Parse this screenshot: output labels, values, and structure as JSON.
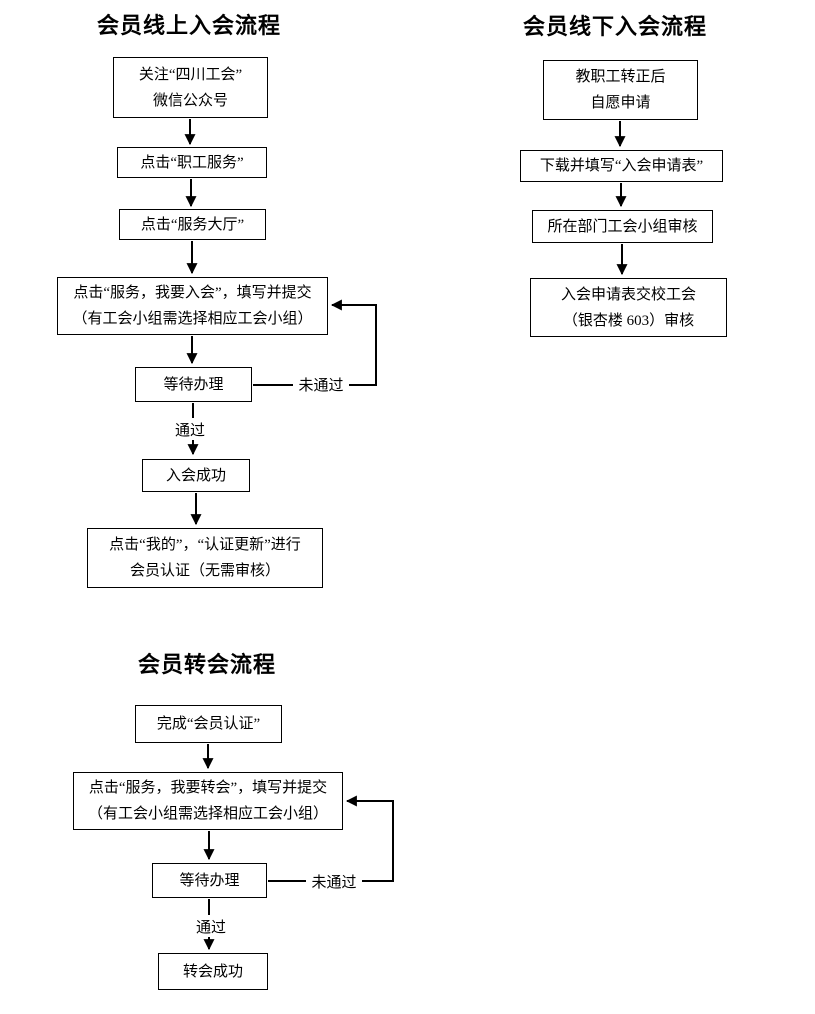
{
  "colors": {
    "line": "#000000",
    "background": "#ffffff",
    "text": "#000000"
  },
  "online": {
    "title": "会员线上入会流程",
    "boxes": {
      "b1": "关注“四川工会”\n微信公众号",
      "b2": "点击“职工服务”",
      "b3": "点击“服务大厅”",
      "b4": "点击“服务，我要入会”，填写并提交\n（有工会小组需选择相应工会小组）",
      "b5": "等待办理",
      "b6": "入会成功",
      "b7": "点击“我的”，“认证更新”进行\n会员认证（无需审核）"
    },
    "labels": {
      "pass": "通过",
      "fail": "未通过"
    }
  },
  "offline": {
    "title": "会员线下入会流程",
    "boxes": {
      "b1": "教职工转正后\n自愿申请",
      "b2": "下载并填写“入会申请表”",
      "b3": "所在部门工会小组审核",
      "b4": "入会申请表交校工会\n（银杏楼 603）审核"
    }
  },
  "transfer": {
    "title": "会员转会流程",
    "boxes": {
      "b1": "完成“会员认证”",
      "b2": "点击“服务，我要转会”，填写并提交\n（有工会小组需选择相应工会小组）",
      "b3": "等待办理",
      "b4": "转会成功"
    },
    "labels": {
      "pass": "通过",
      "fail": "未通过"
    }
  }
}
